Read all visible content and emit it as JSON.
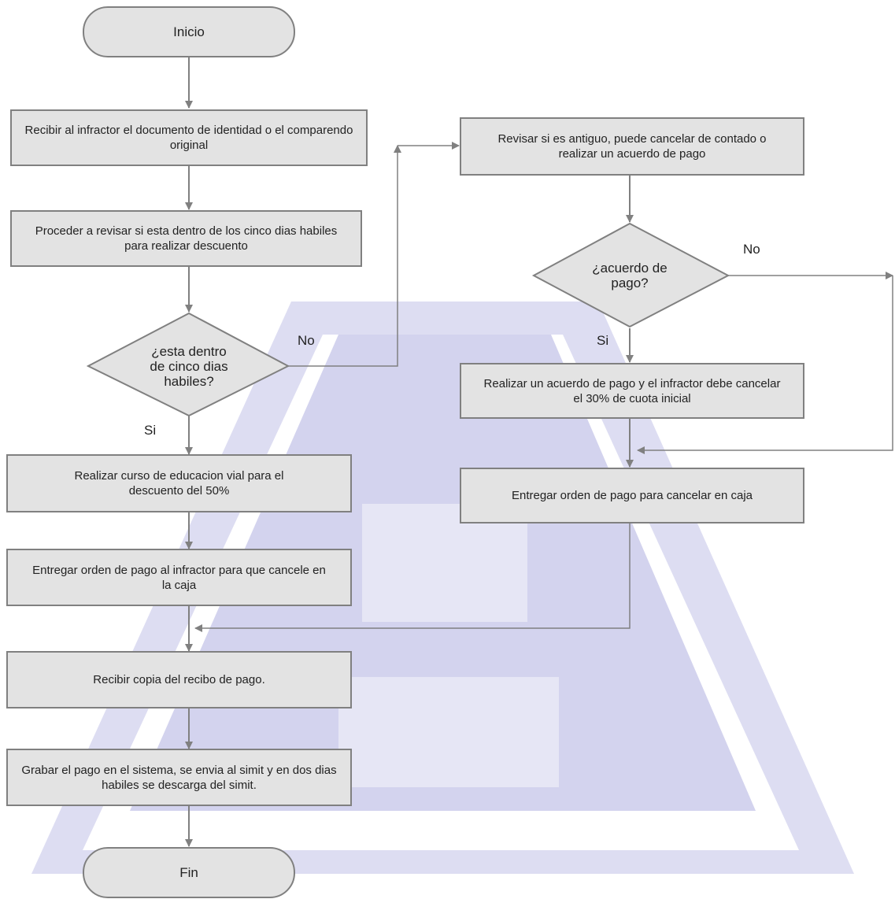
{
  "colors": {
    "shape_fill": "#e3e3e3",
    "shape_stroke": "#808080",
    "line": "#808080",
    "watermark": "#c8c8ea",
    "text": "#222222"
  },
  "nodes": {
    "start": "Inicio",
    "receive_document": "Recibir al  infractor el documento de identidad o el comparendo original",
    "check_days": "Proceder a revisar si esta dentro de los cinco dias habiles para realizar descuento",
    "within_five_days": "¿esta dentro de cinco dias habiles?",
    "education_course": "Realizar curso de educacion vial para el descuento del 50%",
    "deliver_order_infractor": "Entregar orden de pago al infractor para que cancele en la caja",
    "receive_receipt_copy": "Recibir copia del recibo de pago.",
    "record_payment": "Grabar el pago en el sistema, se envia al simit y en dos dias habiles se descarga del simit.",
    "end": "Fin",
    "check_old": "Revisar si es  antiguo, puede cancelar de contado o realizar un acuerdo de pago",
    "payment_agreement_decision": "¿acuerdo de pago?",
    "make_agreement": "Realizar  un acuerdo de pago  y el infractor debe cancelar el 30% de cuota inicial",
    "deliver_order_cashier": "Entregar  orden de pago para cancelar en caja"
  },
  "edge_labels": {
    "days_no": "No",
    "days_yes": "Si",
    "agreement_no": "No",
    "agreement_yes": "Si"
  }
}
